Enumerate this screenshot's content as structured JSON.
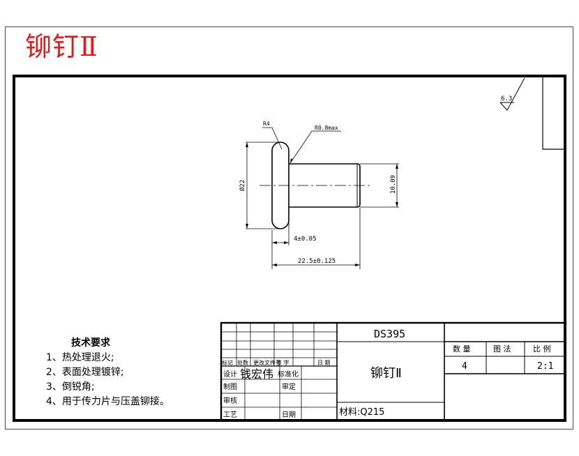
{
  "header": {
    "title": "铆钉Ⅱ",
    "title_color": "#e81818"
  },
  "drawing": {
    "surface_finish": "6.3",
    "radius_label": "R4",
    "fillet_label": "R0.8max",
    "head_diameter": "Ø22",
    "shank_diameter": "10.09",
    "head_thickness": "4±0.05",
    "total_length": "22.5±0.125"
  },
  "notes": {
    "heading": "技术要求",
    "items": [
      "1、热处理退火;",
      "2、表面处理镀锌;",
      "3、倒锐角;",
      "4、用于传力片与压盖铆接。"
    ]
  },
  "title_block": {
    "drawing_no": "DS395",
    "part_name": "铆钉Ⅱ",
    "material": "材料:Q215",
    "col_qty": "数 量",
    "col_method": "图 法",
    "col_scale": "比 例",
    "qty": "4",
    "scale": "2:1",
    "rev_headers": [
      "标记",
      "处数",
      "更改文件号",
      "签 字",
      "日 期"
    ],
    "design_label": "设计",
    "designer": "钱宏伟",
    "standard_label": "标准化",
    "draft_label": "制图",
    "review_label": "审定",
    "check_label": "审核",
    "process_label": "工艺",
    "date_label": "日期"
  }
}
